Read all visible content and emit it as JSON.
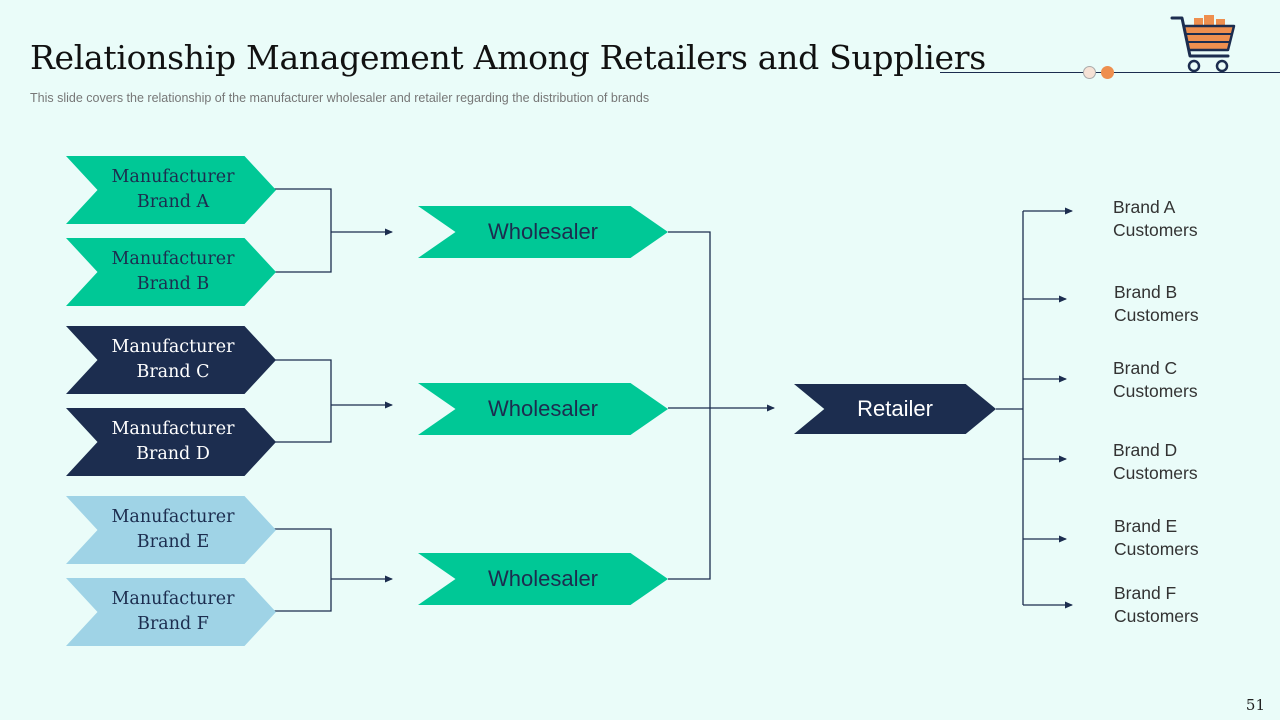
{
  "slide": {
    "title": "Relationship Management Among Retailers and Suppliers",
    "subtitle": "This slide covers the relationship of the manufacturer wholesaler and retailer regarding the distribution of brands",
    "page_number": "51",
    "cart_icon": "shopping-cart-icon"
  },
  "colors": {
    "background": "#eafcf9",
    "green": "#00c896",
    "navy": "#1c2d4f",
    "light_blue": "#9fd3e6",
    "accent_orange": "#ee8f4f"
  },
  "manufacturers": [
    {
      "label": "Manufacturer\nBrand A"
    },
    {
      "label": "Manufacturer\nBrand B"
    },
    {
      "label": "Manufacturer\nBrand C"
    },
    {
      "label": "Manufacturer\nBrand D"
    },
    {
      "label": "Manufacturer\nBrand E"
    },
    {
      "label": "Manufacturer\nBrand F"
    }
  ],
  "wholesalers": [
    {
      "label": "Wholesaler"
    },
    {
      "label": "Wholesaler"
    },
    {
      "label": "Wholesaler"
    }
  ],
  "retailer": {
    "label": "Retailer"
  },
  "customers": [
    {
      "label": "Brand A\nCustomers"
    },
    {
      "label": "Brand B\nCustomers"
    },
    {
      "label": "Brand C\nCustomers"
    },
    {
      "label": "Brand D\nCustomers"
    },
    {
      "label": "Brand E\nCustomers"
    },
    {
      "label": "Brand F\nCustomers"
    }
  ]
}
